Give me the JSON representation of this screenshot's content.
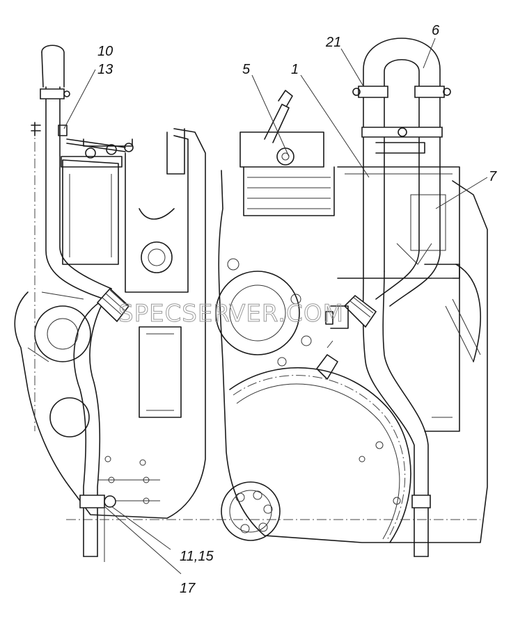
{
  "labels": {
    "l10": "10",
    "l13": "13",
    "l5": "5",
    "l1": "1",
    "l21": "21",
    "l6": "6",
    "l7": "7",
    "l11_15": "11,15",
    "l17": "17"
  },
  "watermark": "SPECSERVER.COM"
}
